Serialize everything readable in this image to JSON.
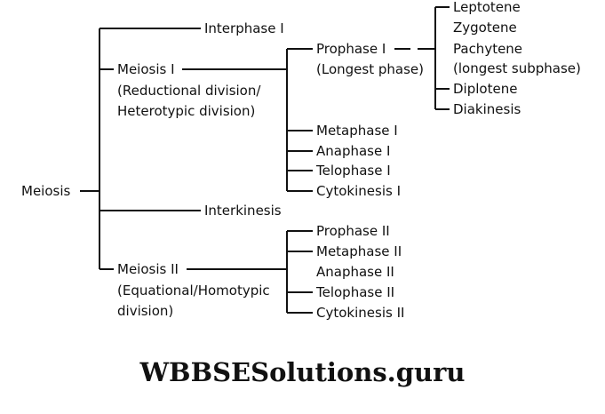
{
  "diagram": {
    "root": "Meiosis",
    "interphase": "Interphase I",
    "meiosis1": {
      "title": "Meiosis I",
      "sub1": "(Reductional division/",
      "sub2": "Heterotypic division)"
    },
    "prophase1": {
      "title": "Prophase I",
      "sub": "(Longest phase)",
      "substages": {
        "leptotene": "Leptotene",
        "zygotene": "Zygotene",
        "pachytene": "Pachytene",
        "pachytene_note": "(longest subphase)",
        "diplotene": "Diplotene",
        "diakinesis": "Diakinesis"
      }
    },
    "meiosis1_phases": {
      "metaphase": "Metaphase I",
      "anaphase": "Anaphase I",
      "telophase": "Telophase I",
      "cytokinesis": "Cytokinesis I"
    },
    "interkinesis": "Interkinesis",
    "meiosis2": {
      "title": "Meiosis II",
      "sub1": "(Equational/Homotypic",
      "sub2": "division)"
    },
    "meiosis2_phases": {
      "prophase": "Prophase II",
      "metaphase": "Metaphase II",
      "anaphase": "Anaphase II",
      "telophase": "Telophase II",
      "cytokinesis": "Cytokinesis II"
    }
  },
  "footer": "WBBSESolutions.guru"
}
